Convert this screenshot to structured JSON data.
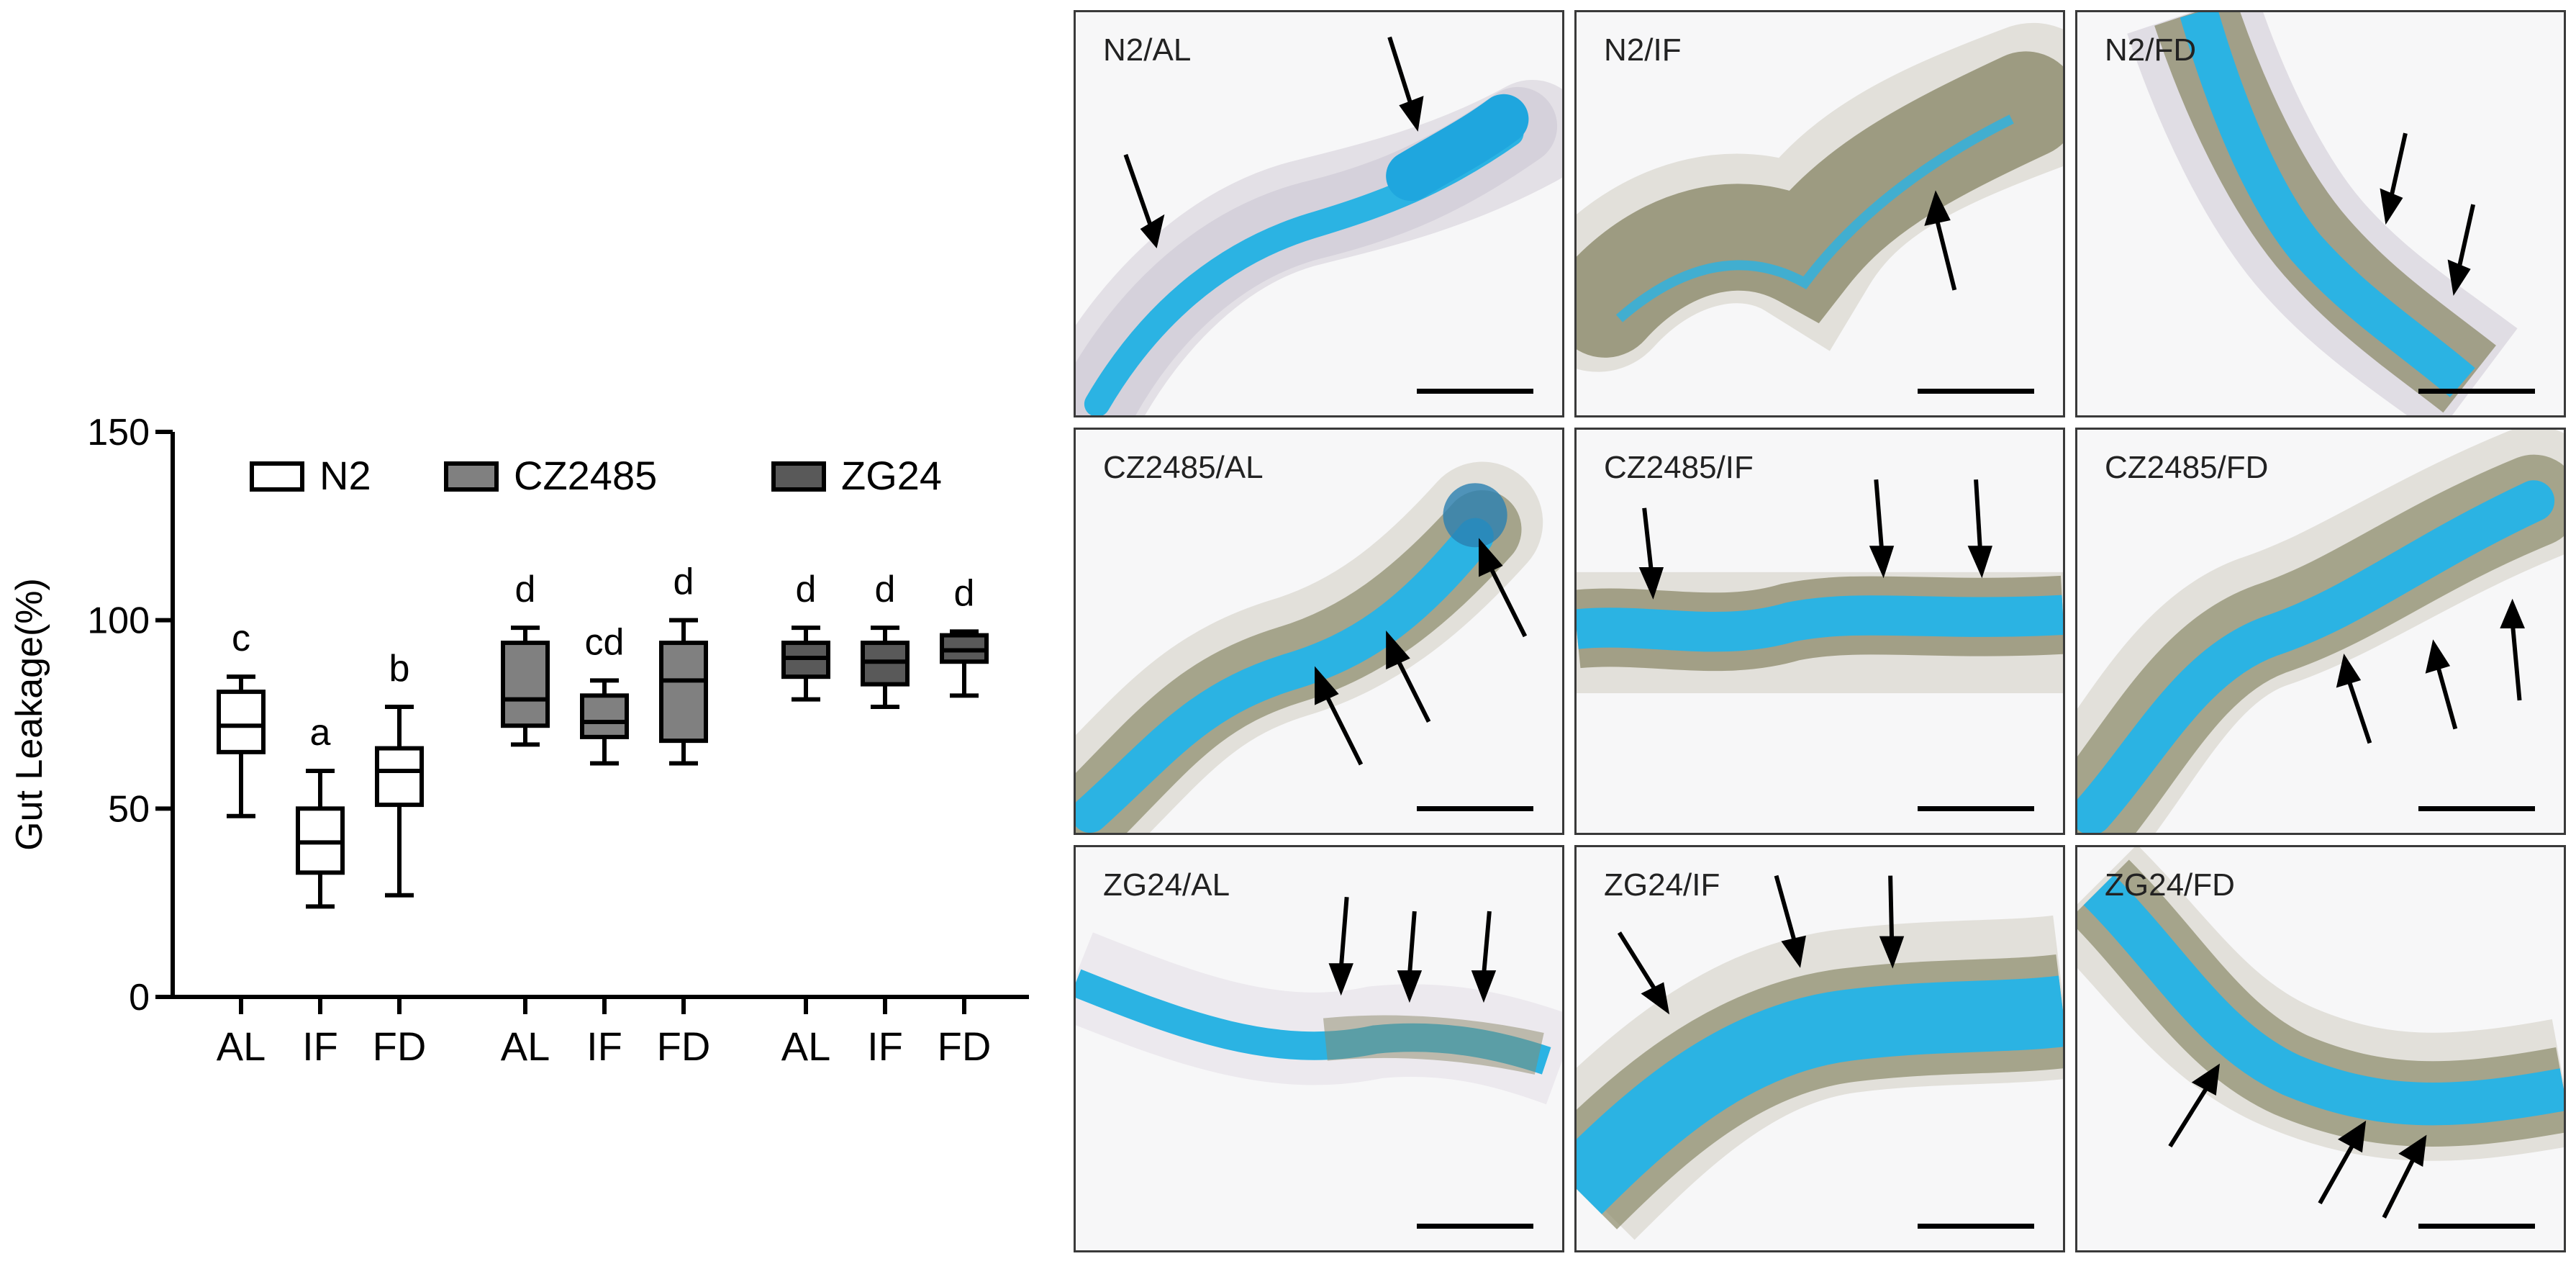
{
  "chart_data": {
    "type": "box",
    "ylabel": "Gut Leakage(%)",
    "ylim": [
      0,
      150
    ],
    "yticks": [
      0,
      50,
      100,
      150
    ],
    "categories": [
      "AL",
      "IF",
      "FD",
      "AL",
      "IF",
      "FD",
      "AL",
      "IF",
      "FD"
    ],
    "legend": {
      "position": "top",
      "entries": [
        "N2",
        "CZ2485",
        "ZG24"
      ]
    },
    "series": [
      {
        "name": "N2",
        "color": "#ffffff",
        "boxes": [
          {
            "category": "AL",
            "min": 48,
            "q1": 65,
            "median": 72,
            "q3": 81,
            "max": 85,
            "letter": "c"
          },
          {
            "category": "IF",
            "min": 24,
            "q1": 33,
            "median": 41,
            "q3": 50,
            "max": 60,
            "letter": "a"
          },
          {
            "category": "FD",
            "min": 27,
            "q1": 51,
            "median": 60,
            "q3": 66,
            "max": 77,
            "letter": "b"
          }
        ]
      },
      {
        "name": "CZ2485",
        "color": "#808080",
        "boxes": [
          {
            "category": "AL",
            "min": 67,
            "q1": 72,
            "median": 79,
            "q3": 94,
            "max": 98,
            "letter": "d"
          },
          {
            "category": "IF",
            "min": 62,
            "q1": 69,
            "median": 73,
            "q3": 80,
            "max": 84,
            "letter": "cd"
          },
          {
            "category": "FD",
            "min": 62,
            "q1": 68,
            "median": 84,
            "q3": 94,
            "max": 100,
            "letter": "d"
          }
        ]
      },
      {
        "name": "ZG24",
        "color": "#595959",
        "boxes": [
          {
            "category": "AL",
            "min": 79,
            "q1": 85,
            "median": 90,
            "q3": 94,
            "max": 98,
            "letter": "d"
          },
          {
            "category": "IF",
            "min": 77,
            "q1": 83,
            "median": 89,
            "q3": 94,
            "max": 98,
            "letter": "d"
          },
          {
            "category": "FD",
            "min": 80,
            "q1": 89,
            "median": 92,
            "q3": 96,
            "max": 97,
            "letter": "d"
          }
        ]
      }
    ]
  },
  "panels": [
    {
      "label": "N2/AL"
    },
    {
      "label": "N2/IF"
    },
    {
      "label": "N2/FD"
    },
    {
      "label": "CZ2485/AL"
    },
    {
      "label": "CZ2485/IF"
    },
    {
      "label": "CZ2485/FD"
    },
    {
      "label": "ZG24/AL"
    },
    {
      "label": "ZG24/IF"
    },
    {
      "label": "ZG24/FD"
    }
  ],
  "colors": {
    "dye": "#2bb3e3",
    "tissue": "#8c8a6a"
  }
}
